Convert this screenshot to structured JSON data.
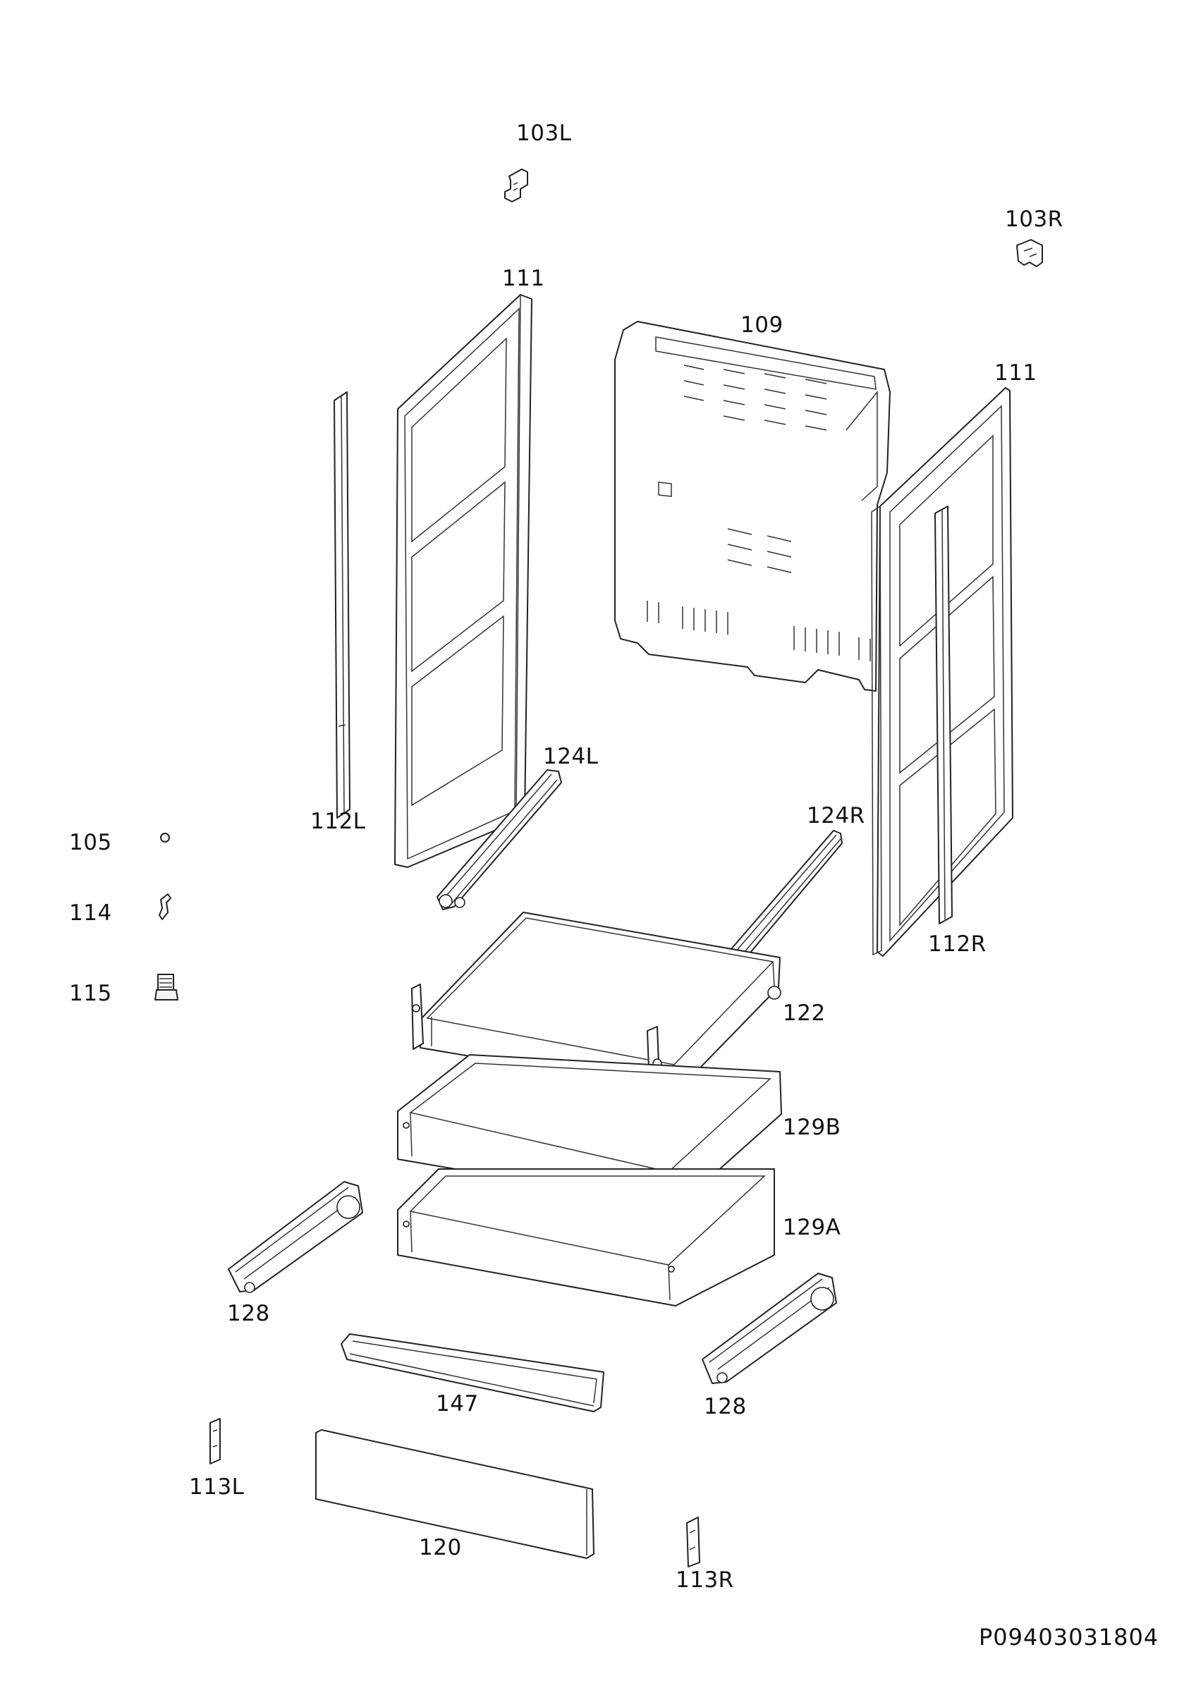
{
  "labels": {
    "l103L": "103L",
    "l103R": "103R",
    "l111_left": "111",
    "l109": "109",
    "l111_right": "111",
    "l112L": "112L",
    "l124L": "124L",
    "l124R": "124R",
    "l105": "105",
    "l114": "114",
    "l115": "115",
    "l112R": "112R",
    "l122": "122",
    "l129B": "129B",
    "l129A": "129A",
    "l128_left": "128",
    "l128_right": "128",
    "l147": "147",
    "l113L": "113L",
    "l120": "120",
    "l113R": "113R"
  },
  "drawing_code": "P09403031804"
}
